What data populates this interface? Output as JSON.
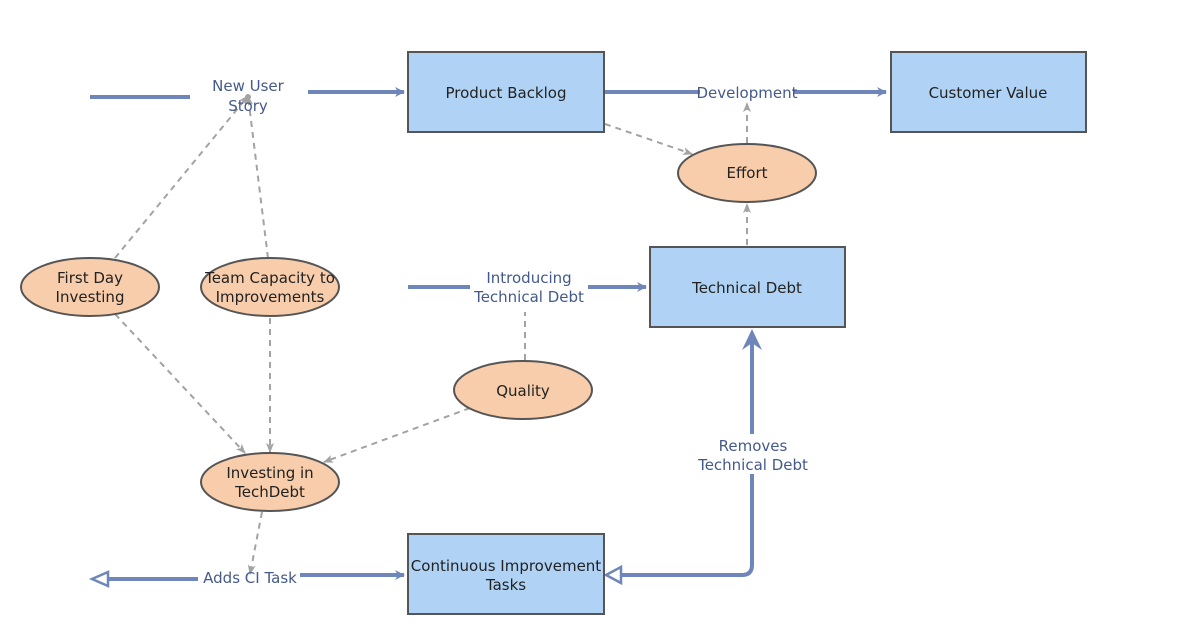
{
  "colors": {
    "stock_fill": "#b0d3f5",
    "stock_stroke": "#555555",
    "aux_fill": "#f8cdab",
    "aux_stroke": "#555555",
    "flow": "#6f86ba",
    "dashed": "#a3a3a3",
    "flow_label": "#445a8c"
  },
  "stocks": {
    "product_backlog": "Product Backlog",
    "customer_value": "Customer Value",
    "technical_debt": "Technical Debt",
    "continuous_improvement": [
      "Continuous Improvement",
      "Tasks"
    ]
  },
  "auxiliaries": {
    "effort": "Effort",
    "first_day_investing": [
      "First Day",
      "Investing"
    ],
    "team_capacity": [
      "Team Capacity to",
      "Improvements"
    ],
    "quality": "Quality",
    "investing_in_techdebt": [
      "Investing in",
      "TechDebt"
    ]
  },
  "flows": {
    "new_user_story": [
      "New User",
      "Story"
    ],
    "development": "Development",
    "introducing_technical_debt": [
      "Introducing",
      "Technical Debt"
    ],
    "removes_technical_debt": [
      "Removes",
      "Technical Debt"
    ],
    "adds_ci_task": "Adds CI Task"
  }
}
